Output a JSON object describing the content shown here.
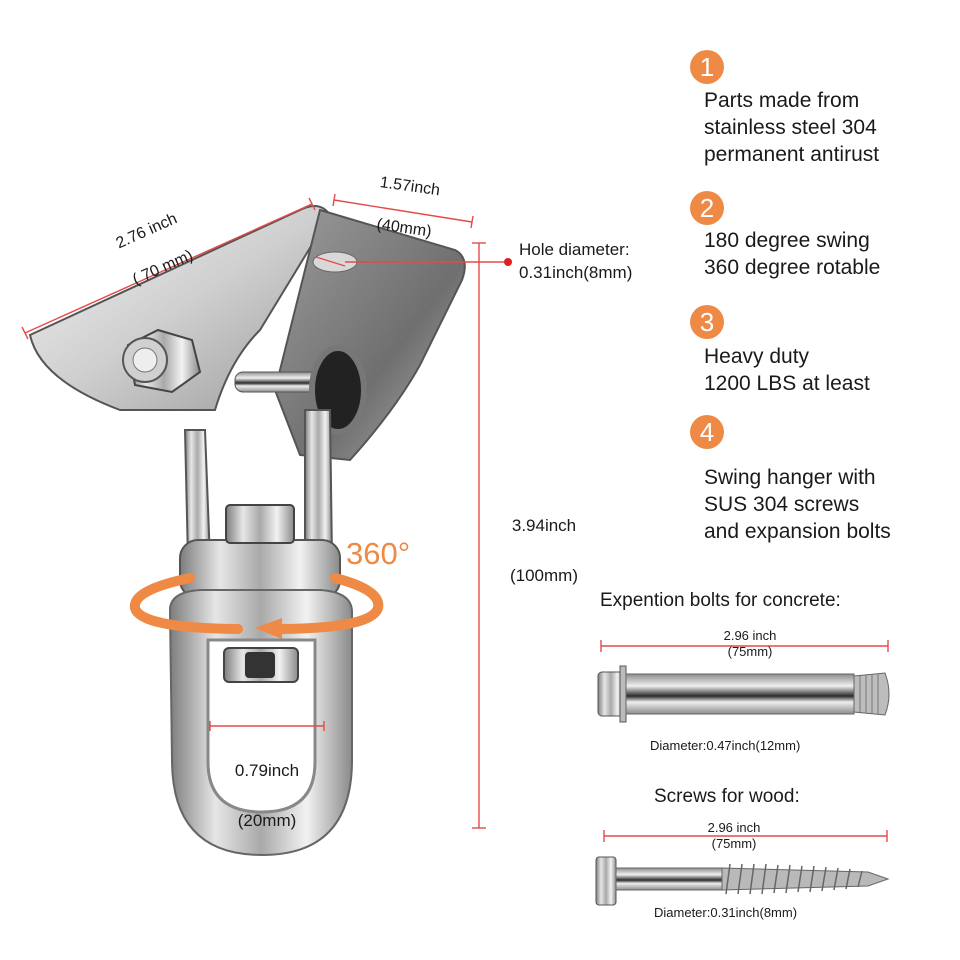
{
  "colors": {
    "accent_orange": "#ee8a45",
    "dimension_red": "#e34b4b",
    "text": "#1a1a1a",
    "background": "#ffffff"
  },
  "features": [
    {
      "number": "1",
      "text": "Parts made from\nstainless steel 304\npermanent antirust"
    },
    {
      "number": "2",
      "text": "180 degree swing\n360 degree rotable"
    },
    {
      "number": "3",
      "text": "Heavy duty\n1200 LBS at least"
    },
    {
      "number": "4",
      "text": "Swing hanger with\nSUS 304 screws\nand expansion bolts"
    }
  ],
  "hanger": {
    "length_dim": {
      "inch": "2.76 inch",
      "mm": "( 70 mm)"
    },
    "width_dim": {
      "inch": "1.57inch",
      "mm": "(40mm)"
    },
    "hole_dim": {
      "label": "Hole diameter:",
      "value": "0.31inch(8mm)"
    },
    "height_dim": {
      "inch": "3.94inch",
      "mm": "(100mm)"
    },
    "ring_dim": {
      "inch": "0.79inch",
      "mm": "(20mm)"
    },
    "rotation_label": "360°"
  },
  "expansion_bolt": {
    "title": "Expention bolts for concrete:",
    "length": {
      "inch": "2.96 inch",
      "mm": "(75mm)"
    },
    "diameter": "Diameter:0.47inch(12mm)"
  },
  "wood_screw": {
    "title": "Screws for wood:",
    "length": {
      "inch": "2.96 inch",
      "mm": "(75mm)"
    },
    "diameter": "Diameter:0.31inch(8mm)"
  }
}
